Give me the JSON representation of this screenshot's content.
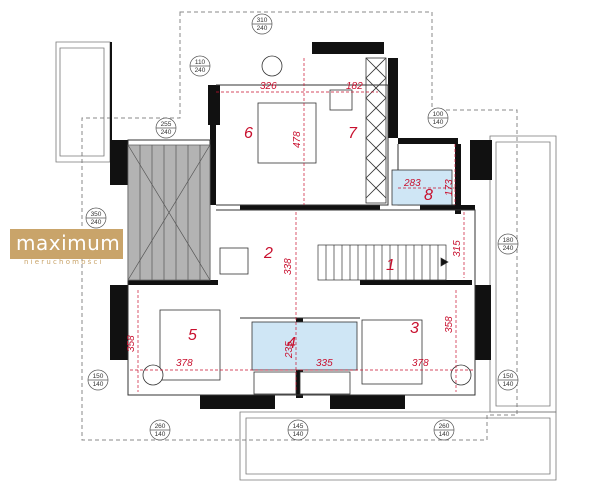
{
  "brand": {
    "name": "maximum",
    "tagline": "nieruchomości",
    "color": "#c9a46a"
  },
  "colors": {
    "wall": "#111111",
    "accent": "#c8102e",
    "wet": "#cfe6f5",
    "void": "#b3b3b3"
  },
  "rooms": [
    {
      "number": "1"
    },
    {
      "number": "2"
    },
    {
      "number": "3"
    },
    {
      "number": "4"
    },
    {
      "number": "5"
    },
    {
      "number": "6"
    },
    {
      "number": "7"
    },
    {
      "number": "8"
    }
  ],
  "dimensions": [
    "326",
    "182",
    "478",
    "283",
    "173",
    "338",
    "315",
    "358",
    "378",
    "235",
    "335",
    "378",
    "358"
  ],
  "windows": [
    {
      "w": "310",
      "h": "240"
    },
    {
      "w": "110",
      "h": "240"
    },
    {
      "w": "255",
      "h": "240"
    },
    {
      "w": "100",
      "h": "140"
    },
    {
      "w": "350",
      "h": "240"
    },
    {
      "w": "180",
      "h": "240"
    },
    {
      "w": "150",
      "h": "140"
    },
    {
      "w": "150",
      "h": "140"
    },
    {
      "w": "260",
      "h": "140"
    },
    {
      "w": "145",
      "h": "140"
    },
    {
      "w": "260",
      "h": "140"
    }
  ]
}
